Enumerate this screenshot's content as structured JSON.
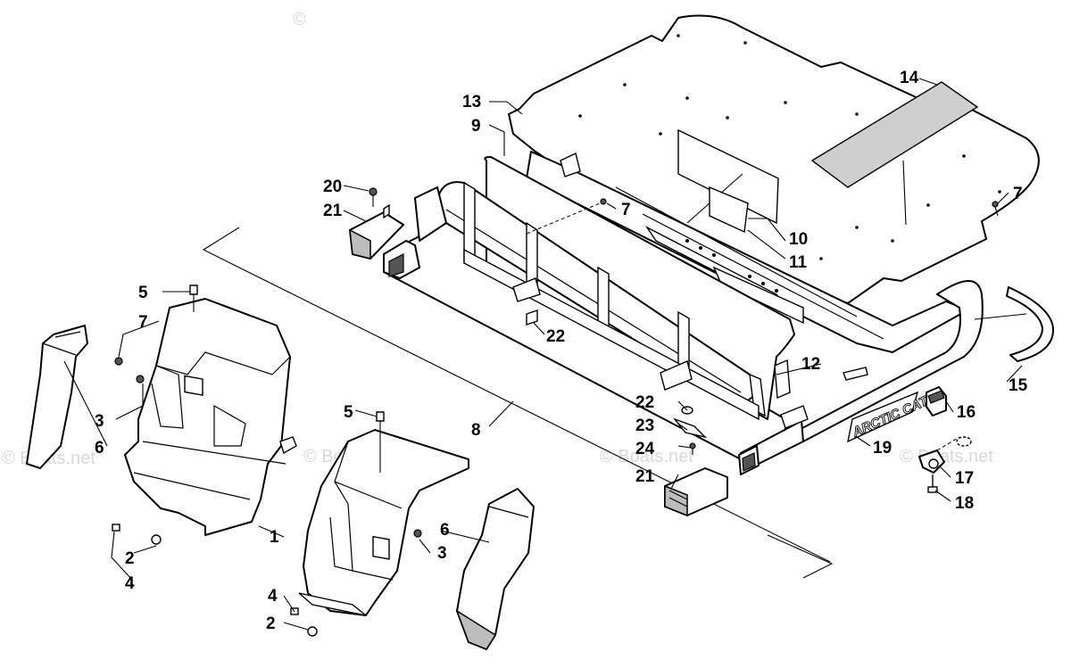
{
  "watermark": {
    "text": "© Boats.net",
    "top_fragment": "©"
  },
  "brand_text": "ARCTIC CAT",
  "callouts": {
    "c1": "1",
    "c2a": "2",
    "c2b": "2",
    "c3a": "3",
    "c3b": "3",
    "c4a": "4",
    "c4b": "4",
    "c5a": "5",
    "c5b": "5",
    "c6a": "6",
    "c6b": "6",
    "c7a": "7",
    "c7b": "7",
    "c7c": "7",
    "c8": "8",
    "c9": "9",
    "c10": "10",
    "c11": "11",
    "c12": "12",
    "c13": "13",
    "c14": "14",
    "c15": "15",
    "c16": "16",
    "c17": "17",
    "c18": "18",
    "c19": "19",
    "c20": "20",
    "c21a": "21",
    "c21b": "21",
    "c22a": "22",
    "c22b": "22",
    "c23": "23",
    "c24": "24"
  }
}
